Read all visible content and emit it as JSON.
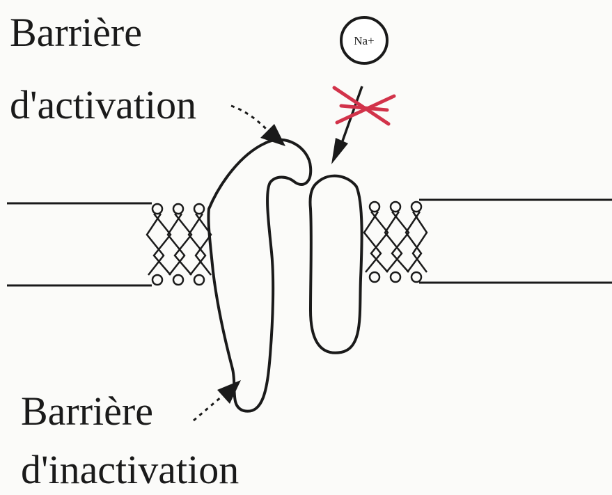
{
  "labels": {
    "activation_line1": "Barrière",
    "activation_line2": "d'activation",
    "inactivation_line1": "Barrière",
    "inactivation_line2": "d'inactivation",
    "ion": "Na+"
  },
  "colors": {
    "ink": "#1a1a1a",
    "block_mark": "#d2334a",
    "background": "#fbfbf9"
  },
  "icons": {
    "ion": "circled-ion-icon",
    "blocked": "red-cross-icon"
  }
}
